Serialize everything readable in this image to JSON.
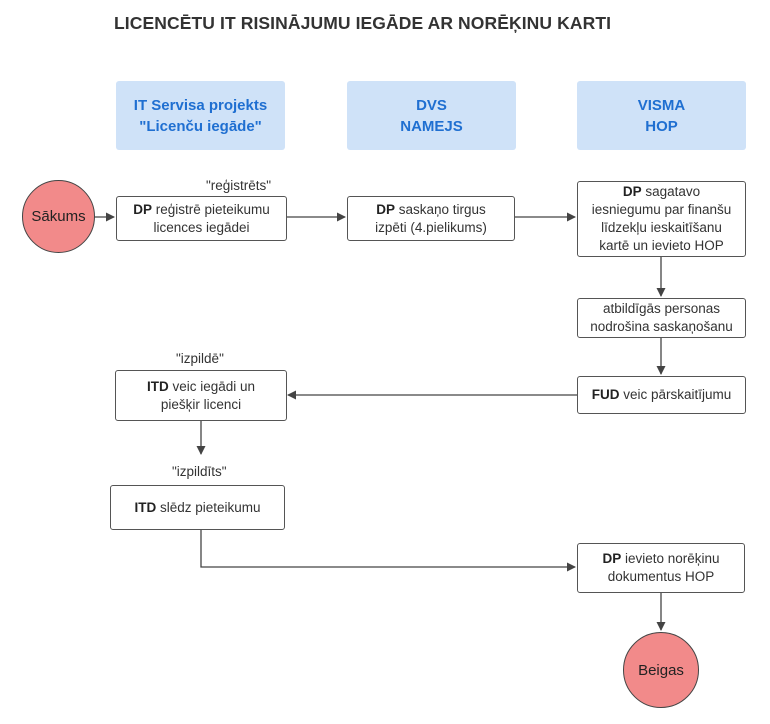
{
  "title": "LICENCĒTU IT RISINĀJUMU IEGĀDE AR NORĒĶINU KARTI",
  "lanes": [
    {
      "line1": "IT Servisa projekts",
      "line2": "\"Licenču iegāde\""
    },
    {
      "line1": "DVS",
      "line2": "NAMEJS"
    },
    {
      "line1": "VISMA",
      "line2": "HOP"
    }
  ],
  "start": "Sākums",
  "end": "Beigas",
  "status_labels": {
    "registrets": "\"reģistrēts\"",
    "izpilde": "\"izpildē\"",
    "izpildits": "\"izpildīts\""
  },
  "steps": {
    "register": {
      "actor": "DP",
      "lines": [
        " reģistrē pieteikumu",
        "licences iegādei"
      ]
    },
    "agree": {
      "actor": "DP",
      "lines": [
        " saskaņo tirgus",
        "izpēti (4.pielikums)"
      ]
    },
    "prepare": {
      "actor": "DP",
      "lines": [
        " sagatavo",
        "iesniegumu par finanšu",
        "līdzekļu ieskaitīšanu",
        "kartē un ievieto HOP"
      ]
    },
    "responsible": {
      "lines": [
        "atbildīgās personas",
        "nodrošina saskaņošanu"
      ]
    },
    "transfer": {
      "actor": "FUD",
      "lines": [
        " veic pārskaitījumu"
      ]
    },
    "purchase": {
      "actor": "ITD",
      "lines": [
        " veic iegādi un",
        "piešķir licenci"
      ]
    },
    "close": {
      "actor": "ITD",
      "lines": [
        " slēdz pieteikumu"
      ]
    },
    "invoice": {
      "actor": "DP",
      "lines": [
        " ievieto norēķinu",
        "dokumentus HOP"
      ]
    }
  }
}
